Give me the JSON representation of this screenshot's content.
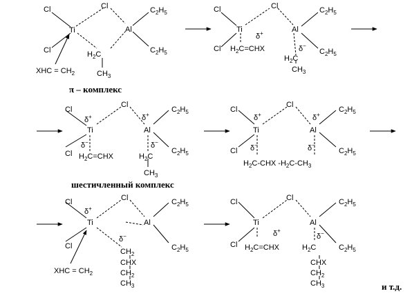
{
  "scheme": {
    "atoms": {
      "cl": "Cl",
      "ti": "Ti",
      "al": "Al",
      "c2h5_c": "C",
      "c2h5_h": "H",
      "c2h5_n1": "2",
      "c2h5_n2": "5",
      "h2c": "H",
      "h2c_n": "2",
      "h2c_c": "C",
      "ch": "CH",
      "ch_n": "2",
      "ch3": "CH",
      "ch3_n": "3",
      "chx": "CHX",
      "xhc_ch": "XHC = CH",
      "xhc_ch_n": "2",
      "h2c_chx": "=CHX",
      "chain_mid": "-CHX -H",
      "chain_end": "-CH",
      "delta": "δ",
      "plus": "+",
      "minus": "−"
    },
    "captions": {
      "pi_complex": "π – комплекс",
      "six_membered_complex": "шестичленный комплекс",
      "etc": "и т.д."
    }
  }
}
